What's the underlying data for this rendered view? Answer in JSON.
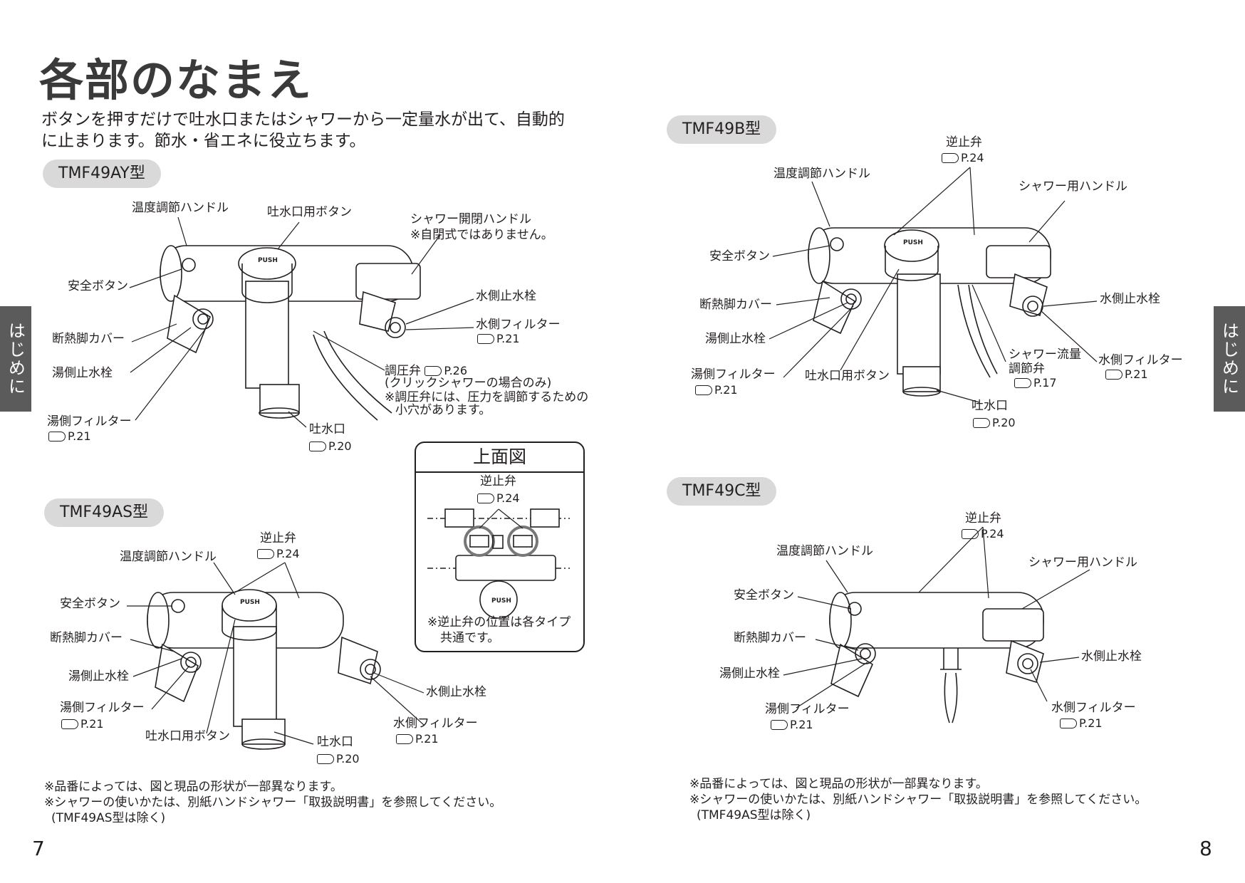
{
  "page": {
    "title": "各部のなまえ",
    "intro": [
      "ボタンを押すだけで吐水口またはシャワーから一定量水が出て、自動的",
      "に止まります。節水・省エネに役立ちます。"
    ],
    "side_tab": "はじめに",
    "page_left": "7",
    "page_right": "8"
  },
  "ay": {
    "model": "TMF49AY型",
    "temp_handle": "温度調節ハンドル",
    "spout_button": "吐水口用ボタン",
    "shower_handle": "シャワー開閉ハンドル",
    "shower_handle_note": "※自閉式ではありません。",
    "safety_button": "安全ボタン",
    "cold_stop": "水側止水栓",
    "cold_filter": "水側フィルター",
    "cold_filter_ref": "P.21",
    "insulation": "断熱脚カバー",
    "hot_stop": "湯側止水栓",
    "regulator": "調圧弁",
    "regulator_ref": "P.26",
    "regulator_note1": "(クリックシャワーの場合のみ)",
    "regulator_note2": "※調圧弁には、圧力を調節するための",
    "regulator_note3": "小穴があります。",
    "hot_filter": "湯側フィルター",
    "hot_filter_ref": "P.21",
    "spout": "吐水口",
    "spout_ref": "P.20"
  },
  "topview": {
    "title": "上面図",
    "check_valve": "逆止弁",
    "check_valve_ref": "P.24",
    "note1": "※逆止弁の位置は各タイプ",
    "note2": "共通です。",
    "push": "PUSH"
  },
  "as": {
    "model": "TMF49AS型",
    "check_valve": "逆止弁",
    "check_valve_ref": "P.24",
    "temp_handle": "温度調節ハンドル",
    "safety_button": "安全ボタン",
    "insulation": "断熱脚カバー",
    "hot_stop": "湯側止水栓",
    "hot_filter": "湯側フィルター",
    "hot_filter_ref": "P.21",
    "spout_button": "吐水口用ボタン",
    "spout": "吐水口",
    "spout_ref": "P.20",
    "cold_stop": "水側止水栓",
    "cold_filter": "水側フィルター",
    "cold_filter_ref": "P.21"
  },
  "b": {
    "model": "TMF49B型",
    "check_valve": "逆止弁",
    "check_valve_ref": "P.24",
    "temp_handle": "温度調節ハンドル",
    "shower_handle": "シャワー用ハンドル",
    "safety_button": "安全ボタン",
    "insulation": "断熱脚カバー",
    "hot_stop": "湯側止水栓",
    "hot_filter": "湯側フィルター",
    "hot_filter_ref": "P.21",
    "spout_button": "吐水口用ボタン",
    "flow_valve1": "シャワー流量",
    "flow_valve2": "調節弁",
    "flow_valve_ref": "P.17",
    "cold_stop": "水側止水栓",
    "cold_filter": "水側フィルター",
    "cold_filter_ref": "P.21",
    "spout": "吐水口",
    "spout_ref": "P.20"
  },
  "c": {
    "model": "TMF49C型",
    "check_valve": "逆止弁",
    "check_valve_ref": "P.24",
    "temp_handle": "温度調節ハンドル",
    "shower_handle": "シャワー用ハンドル",
    "safety_button": "安全ボタン",
    "insulation": "断熱脚カバー",
    "hot_stop": "湯側止水栓",
    "hot_filter": "湯側フィルター",
    "hot_filter_ref": "P.21",
    "cold_stop": "水側止水栓",
    "cold_filter": "水側フィルター",
    "cold_filter_ref": "P.21"
  },
  "notes": {
    "left": [
      "※品番によっては、図と現品の形状が一部異なります。",
      "※シャワーの使いかたは、別紙ハンドシャワー「取扱説明書」を参照してください。",
      "(TMF49AS型は除く)"
    ],
    "right": [
      "※品番によっては、図と現品の形状が一部異なります。",
      "※シャワーの使いかたは、別紙ハンドシャワー「取扱説明書」を参照してください。",
      "(TMF49AS型は除く)"
    ]
  },
  "colors": {
    "tab": "#5b5b5b",
    "pill": "#d9d9d9",
    "ink": "#231f20"
  }
}
